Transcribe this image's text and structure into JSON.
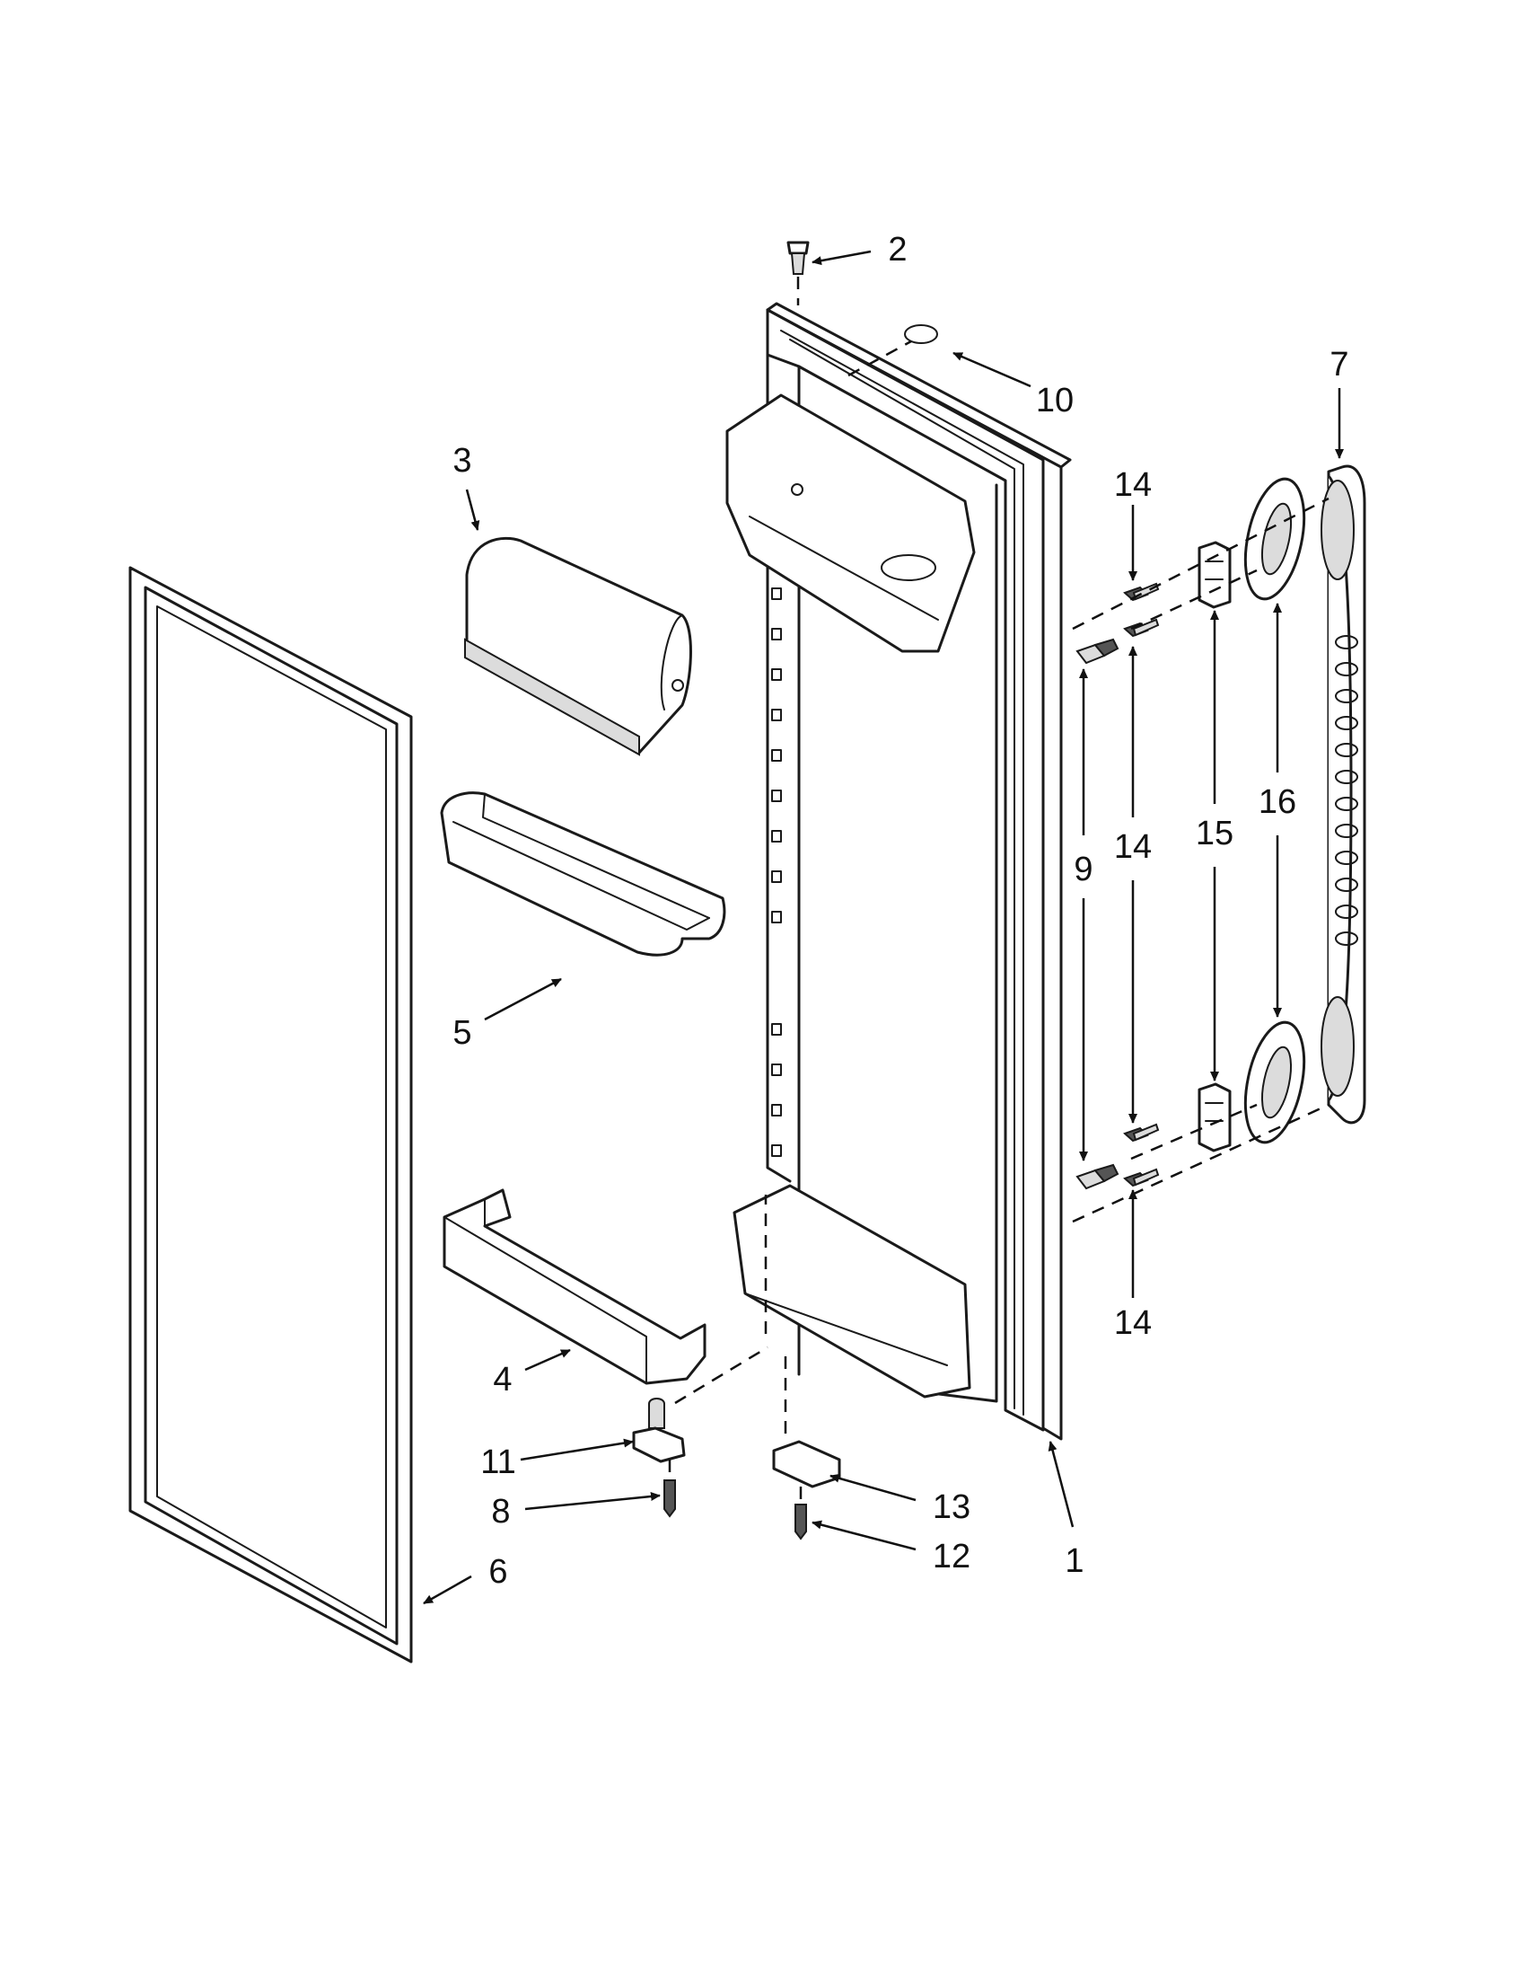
{
  "callouts": {
    "c1": "1",
    "c2": "2",
    "c3": "3",
    "c4": "4",
    "c5": "5",
    "c6": "6",
    "c7": "7",
    "c8": "8",
    "c9": "9",
    "c10": "10",
    "c11": "11",
    "c12": "12",
    "c13": "13",
    "c14a": "14",
    "c14b": "14",
    "c14c": "14",
    "c15": "15",
    "c16": "16"
  }
}
